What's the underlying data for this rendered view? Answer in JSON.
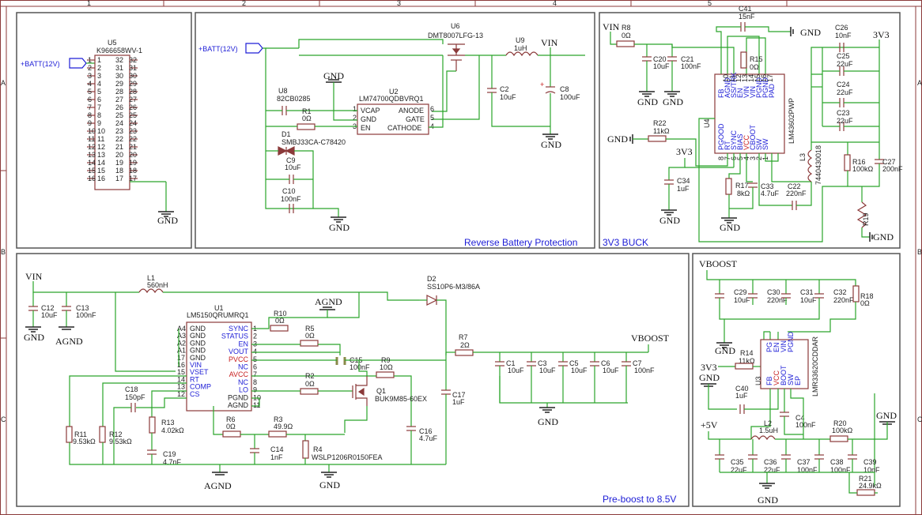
{
  "sheet": {
    "columns": [
      "1",
      "2",
      "3",
      "4",
      "5"
    ],
    "rows": [
      "A",
      "B",
      "C"
    ]
  },
  "blocks": {
    "connector": {
      "ref": "U5",
      "value": "K966658WV-1",
      "net": "+BATT(12V)",
      "pins_left": [
        "1",
        "2",
        "3",
        "4",
        "5",
        "6",
        "7",
        "8",
        "9",
        "10",
        "11",
        "12",
        "13",
        "14",
        "15",
        "16"
      ],
      "pins_inner_left": [
        "1",
        "2",
        "3",
        "4",
        "5",
        "6",
        "7",
        "8",
        "9",
        "10",
        "11",
        "12",
        "13",
        "14",
        "15",
        "16"
      ],
      "pins_inner_right": [
        "32",
        "31",
        "30",
        "29",
        "28",
        "27",
        "26",
        "25",
        "24",
        "23",
        "22",
        "21",
        "20",
        "19",
        "18",
        "17"
      ],
      "pins_right": [
        "32",
        "31",
        "30",
        "29",
        "28",
        "27",
        "26",
        "25",
        "24",
        "23",
        "22",
        "21",
        "20",
        "19",
        "18",
        "17"
      ],
      "gnd": "GND"
    },
    "reverse": {
      "title": "Reverse Battery Protection",
      "net_in": "+BATT(12V)",
      "u6_ref": "U6",
      "u6_val": "DMT8007LFG-13",
      "u9_ref": "U9",
      "u9_val": "1uH",
      "vin": "VIN",
      "u2_ref": "U2",
      "u2_val": "LM74700QDBVRQ1",
      "u2_pins_l": [
        "VCAP",
        "GND",
        "EN"
      ],
      "u2_pins_r": [
        "ANODE",
        "GATE",
        "CATHODE"
      ],
      "u2_nums_l": [
        "1",
        "2",
        "3"
      ],
      "u2_nums_r": [
        "6",
        "5",
        "4"
      ],
      "u8_ref": "U8",
      "u8_val": "82CB0285",
      "r1_ref": "R1",
      "r1_val": "0Ω",
      "d1_ref": "D1",
      "d1_val": "SMBJ33CA-C78420",
      "c9_ref": "C9",
      "c9_val": "10uF",
      "c10_ref": "C10",
      "c10_val": "100nF",
      "c2_ref": "C2",
      "c2_val": "10uF",
      "c8_ref": "C8",
      "c8_val": "100uF",
      "gnd": "GND"
    },
    "buck": {
      "title": "3V3 BUCK",
      "vin": "VIN",
      "r8_ref": "R8",
      "r8_val": "0Ω",
      "c20_ref": "C20",
      "c20_val": "10uF",
      "c21_ref": "C21",
      "c21_val": "100nF",
      "c41_ref": "C41",
      "c41_val": "15nF",
      "r15_ref": "R15",
      "r15_val": "0Ω",
      "u4_ref": "U4",
      "u4_val": "LM43602PWP",
      "u4_top_nums": [
        "10",
        "11",
        "12",
        "13",
        "14",
        "15",
        "16",
        "17"
      ],
      "u4_top": [
        "FB",
        "AGND",
        "SS/TRK",
        "EN",
        "VIN",
        "VIN",
        "PGND",
        "PGND",
        "PAD"
      ],
      "u4_bot": [
        "PGOOD",
        "RT",
        "SYNC",
        "BIAS",
        "VCC",
        "CBOOT",
        "SW",
        "SW"
      ],
      "u4_bot_nums": [
        "8",
        "7",
        "6",
        "5",
        "4",
        "3",
        "2",
        "1"
      ],
      "r22_ref": "R22",
      "r22_val": "11kΩ",
      "v3": "3V3",
      "c34_ref": "C34",
      "c34_val": "1uF",
      "r17_ref": "R17",
      "r17_val": "8kΩ",
      "c33_ref": "C33",
      "c33_val": "4.7uF",
      "c22_ref": "C22",
      "c22_val": "220nF",
      "l3_ref": "L3",
      "l3_val": "7440430018",
      "c26_ref": "C26",
      "c26_val": "10nF",
      "c25_ref": "C25",
      "c25_val": "22uF",
      "c24_ref": "C24",
      "c24_val": "22uF",
      "c23_ref": "C23",
      "c23_val": "22uF",
      "r16_ref": "R16",
      "r16_val": "100kΩ",
      "c27_ref": "C27",
      "c27_val": "200nF",
      "r19_ref": "R19",
      "gnd": "GND"
    },
    "preboost": {
      "title": "Pre-boost to 8.5V",
      "vin": "VIN",
      "c12_ref": "C12",
      "c12_val": "10uF",
      "c13_ref": "C13",
      "c13_val": "100nF",
      "l1_ref": "L1",
      "l1_val": "560nH",
      "d2_ref": "D2",
      "d2_val": "SS10P6-M3/86A",
      "u1_ref": "U1",
      "u1_val": "LM5150QRUMRQ1",
      "u1_left_nums": [
        "A4",
        "A3",
        "A2",
        "A1",
        "17",
        "16",
        "15",
        "14",
        "13",
        "12"
      ],
      "u1_left": [
        "GND",
        "GND",
        "GND",
        "GND",
        "GND",
        "VIN",
        "VSET",
        "RT",
        "COMP",
        "CS"
      ],
      "u1_right": [
        "SYNC",
        "STATUS",
        "EN",
        "VOUT",
        "PVCC",
        "NC",
        "AVCC",
        "NC",
        "LO",
        "PGND",
        "AGND"
      ],
      "u1_right_nums": [
        "1",
        "2",
        "3",
        "4",
        "5",
        "6",
        "7",
        "8",
        "9",
        "10",
        "11"
      ],
      "r10_ref": "R10",
      "r10_val": "0Ω",
      "r5_ref": "R5",
      "r5_val": "0Ω",
      "c15_ref": "C15",
      "c15_val": "100nF",
      "r9_ref": "R9",
      "r9_val": "10Ω",
      "r2_ref": "R2",
      "r2_val": "0Ω",
      "q1_ref": "Q1",
      "q1_val": "BUK9M85-60EX",
      "r7_ref": "R7",
      "r7_val": "2Ω",
      "c17_ref": "C17",
      "c17_val": "1uF",
      "c16_ref": "C16",
      "c16_val": "4.7uF",
      "vboost": "VBOOST",
      "c1_ref": "C1",
      "c1_val": "10uF",
      "c3_ref": "C3",
      "c3_val": "10uF",
      "c5_ref": "C5",
      "c5_val": "10uF",
      "c6_ref": "C6",
      "c6_val": "10uF",
      "c7_ref": "C7",
      "c7_val": "100nF",
      "c18_ref": "C18",
      "c18_val": "150pF",
      "r13_ref": "R13",
      "r13_val": "4.02kΩ",
      "c19_ref": "C19",
      "c19_val": "4.7nF",
      "r11_ref": "R11",
      "r11_val": "9.53kΩ",
      "r12_ref": "R12",
      "r12_val": "9.53kΩ",
      "r6_ref": "R6",
      "r6_val": "0Ω",
      "r3_ref": "R3",
      "r3_val": "49.9Ω",
      "c14_ref": "C14",
      "c14_val": "1nF",
      "r4_ref": "R4",
      "r4_val": "WSLP1206R0150FEA",
      "agnd": "AGND",
      "gnd": "GND"
    },
    "boost5": {
      "vboost": "VBOOST",
      "c29_ref": "C29",
      "c29_val": "10uF",
      "c30_ref": "C30",
      "c30_val": "220nF",
      "c31_ref": "C31",
      "c31_val": "10uF",
      "c32_ref": "C32",
      "c32_val": "220nF",
      "r18_ref": "R18",
      "r18_val": "0Ω",
      "r14_ref": "R14",
      "r14_val": "11kΩ",
      "v3": "3V3",
      "u3_ref": "U3",
      "u3_val": "LMR33620CDDAR",
      "u3_top": [
        "PG",
        "EN",
        "VIN",
        "PGND"
      ],
      "u3_bot": [
        "FB",
        "VCC",
        "BOOT",
        "SW",
        "EP"
      ],
      "c40_ref": "C40",
      "c40_val": "1uF",
      "c4_ref": "C4",
      "c4_val": "100nF",
      "l2_ref": "L2",
      "l2_val": "1.5uH",
      "v5": "+5V",
      "r20_ref": "R20",
      "r20_val": "100kΩ",
      "c35_ref": "C35",
      "c35_val": "22uF",
      "c36_ref": "C36",
      "c36_val": "22uF",
      "c37_ref": "C37",
      "c37_val": "100nF",
      "c38_ref": "C38",
      "c38_val": "100nF",
      "c39_ref": "C39",
      "c39_val": "10nF",
      "r21_ref": "R21",
      "r21_val": "24.9kΩ",
      "gnd": "GND"
    }
  }
}
